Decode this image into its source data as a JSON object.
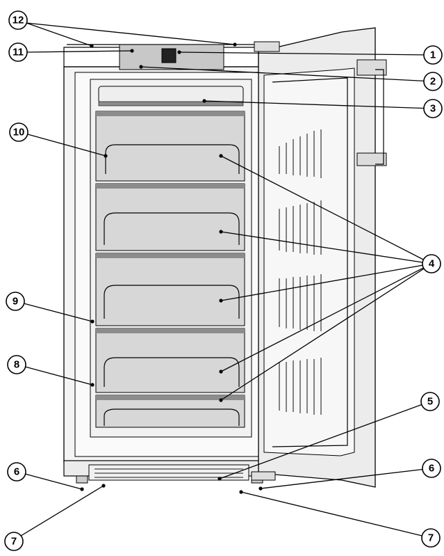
{
  "callouts": [
    {
      "id": "c12",
      "label": "12"
    },
    {
      "id": "c11",
      "label": "11"
    },
    {
      "id": "c10",
      "label": "10"
    },
    {
      "id": "c9",
      "label": "9"
    },
    {
      "id": "c8",
      "label": "8"
    },
    {
      "id": "c6l",
      "label": "6"
    },
    {
      "id": "c7l",
      "label": "7"
    },
    {
      "id": "c1",
      "label": "1"
    },
    {
      "id": "c2",
      "label": "2"
    },
    {
      "id": "c3",
      "label": "3"
    },
    {
      "id": "c4",
      "label": "4"
    },
    {
      "id": "c5",
      "label": "5"
    },
    {
      "id": "c6r",
      "label": "6"
    },
    {
      "id": "c7r",
      "label": "7"
    }
  ],
  "colors": {
    "cabinet": "#f4f4f4",
    "panel": "#c8c8c8",
    "drawer": "#d7d7d7",
    "drawer_rim": "#8c8c8c",
    "door": "#ececec",
    "line": "#000000"
  }
}
